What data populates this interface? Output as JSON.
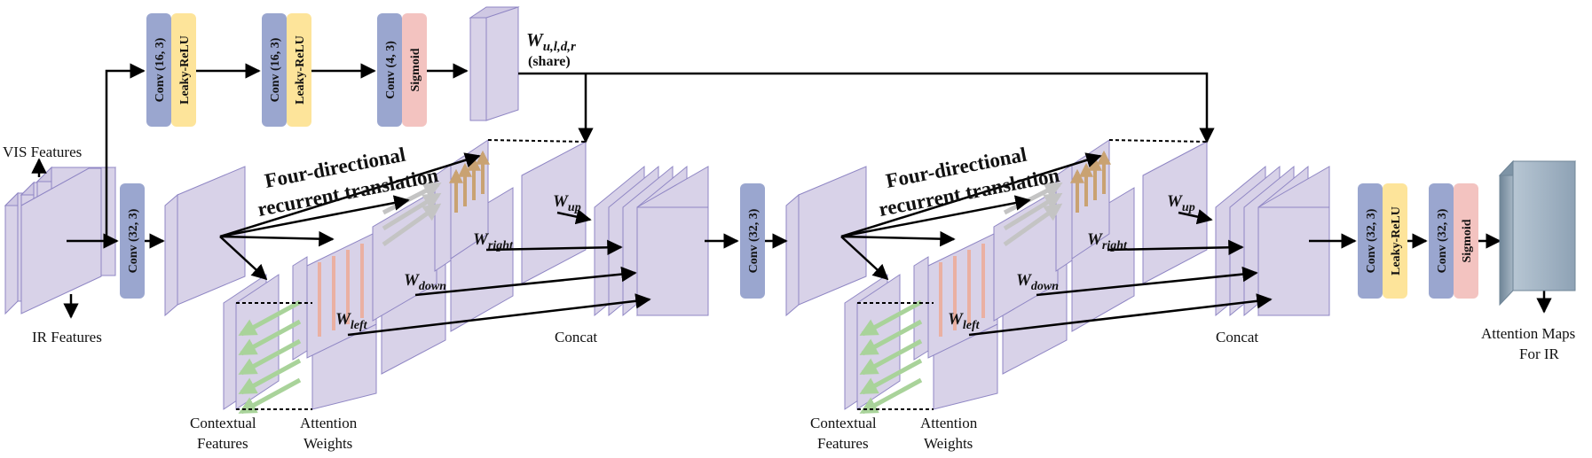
{
  "labels": {
    "vis_features": "VIS Features",
    "ir_features": "IR Features",
    "w_share_main": "W",
    "w_share_sub": "u,l,d,r",
    "w_share_note": "(share)",
    "four_dir_line1": "Four-directional",
    "four_dir_line2": "recurrent translation",
    "w": "W",
    "up": "up",
    "right": "right",
    "down": "down",
    "left": "left",
    "concat": "Concat",
    "contextual_line1": "Contextual",
    "contextual_line2": "Features",
    "attention_line1": "Attention",
    "attention_line2": "Weights",
    "attn_maps_line1": "Attention Maps",
    "attn_maps_line2": "For IR"
  },
  "blocks": {
    "conv16": "Conv (16, 3)",
    "conv4": "Conv (4, 3)",
    "conv32": "Conv (32, 3)",
    "leaky": "Leaky-ReLU",
    "sigmoid": "Sigmoid"
  },
  "colors": {
    "conv": "#9aa6cf",
    "relu": "#fde49a",
    "sigmoid": "#f3c3c0",
    "plate": "#d8d2e8",
    "plate_edge": "#8f86c4",
    "arrow_green": "#a9d39a",
    "arrow_orange": "#c9a272",
    "arrow_grey": "#c4c4c4",
    "stripe_red": "#eab0a2",
    "output_block": "#8ea2b5"
  }
}
